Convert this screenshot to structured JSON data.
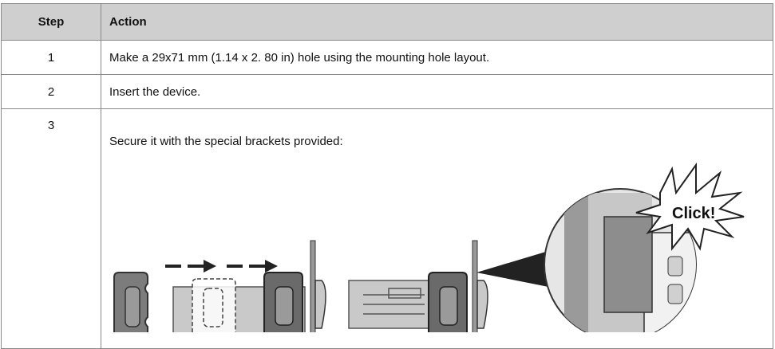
{
  "table": {
    "headers": [
      "Step",
      "Action"
    ],
    "rows": [
      {
        "step": "1",
        "action": "Make a 29x71 mm (1.14 x 2. 80 in) hole using the mounting hole layout."
      },
      {
        "step": "2",
        "action": "Insert the device."
      },
      {
        "step": "3",
        "action": "Secure it with the special brackets provided:"
      }
    ]
  },
  "illustration": {
    "callout_text": "Click!",
    "icons": [
      "arrow-right-icon",
      "bracket-icon",
      "device-icon",
      "panel-icon",
      "magnifier-icon"
    ],
    "colors": {
      "header_bg": "#cfcfcf",
      "gray_dark": "#6a6a6a",
      "gray_mid": "#9a9a9a",
      "gray_light": "#d8d8d8"
    }
  }
}
